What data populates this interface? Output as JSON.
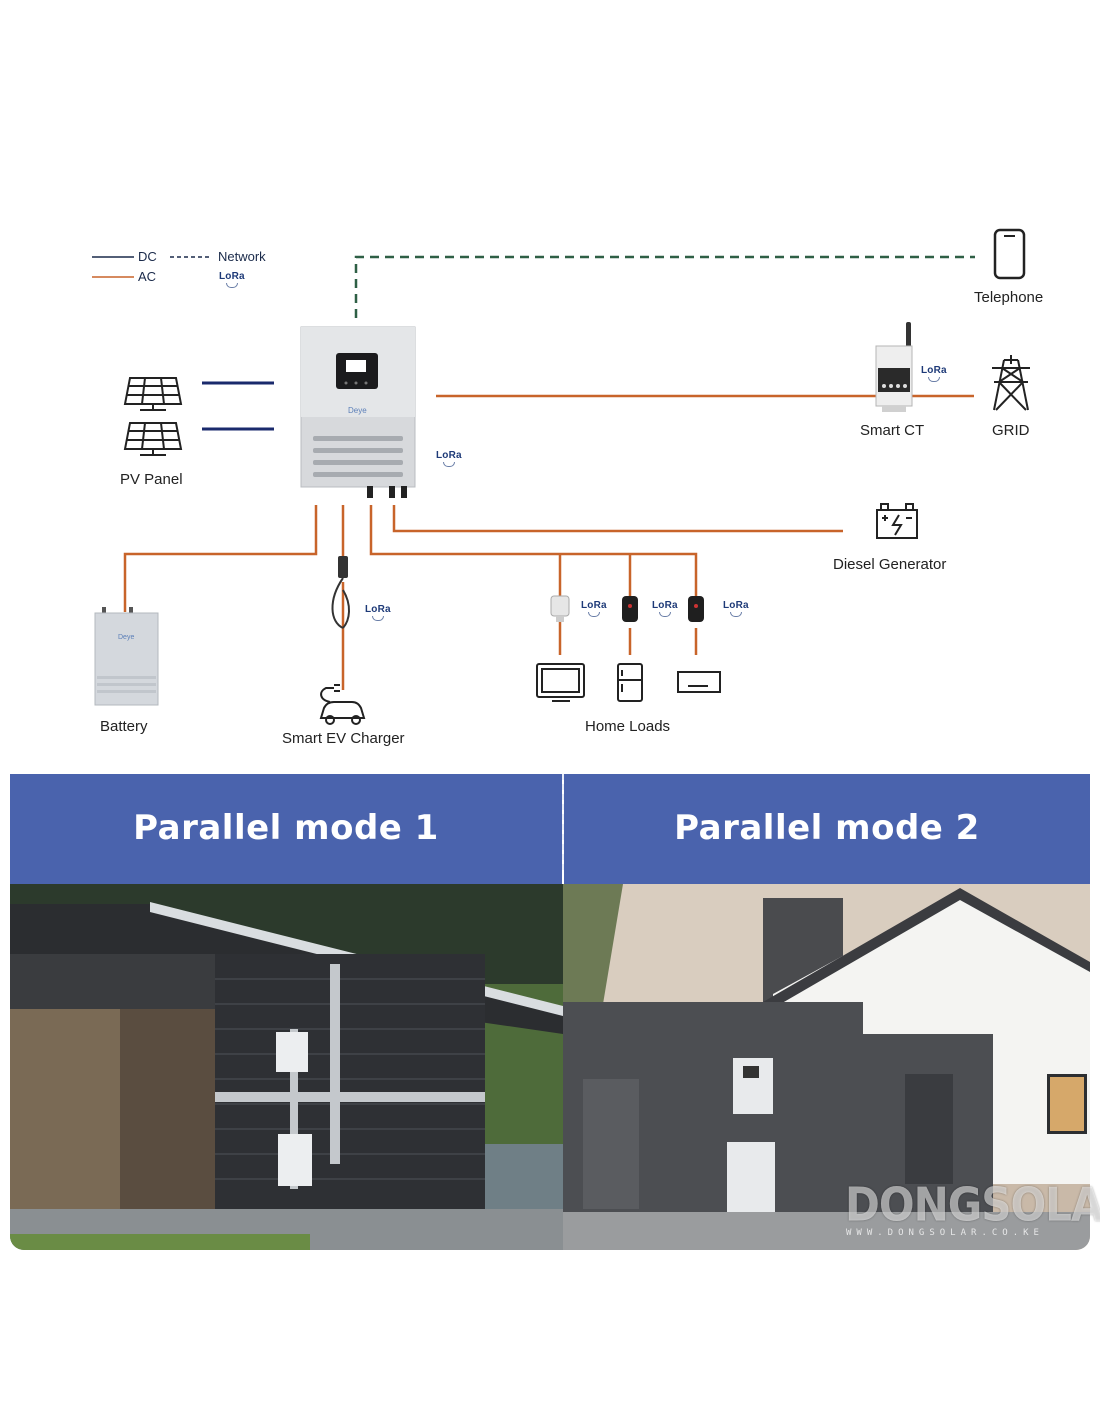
{
  "legend": {
    "dc": "DC",
    "network": "Network",
    "ac": "AC",
    "lora": "LoRa"
  },
  "labels": {
    "telephone": "Telephone",
    "pv_panel": "PV Panel",
    "smart_ct": "Smart CT",
    "grid": "GRID",
    "diesel_generator": "Diesel Generator",
    "battery": "Battery",
    "smart_ev_charger": "Smart EV Charger",
    "home_loads": "Home Loads"
  },
  "lora_tag": "LoRa",
  "brand": "Deye",
  "panels": {
    "mode1": "Parallel mode 1",
    "mode2": "Parallel mode 2"
  },
  "watermark": {
    "main": "DONGSOLAR",
    "sub": "WWW.DONGSOLAR.CO.KE"
  },
  "colors": {
    "dc": "#1a2a6c",
    "ac": "#c8642a",
    "network": "#2e5f45",
    "banner": "#4a63ad"
  }
}
